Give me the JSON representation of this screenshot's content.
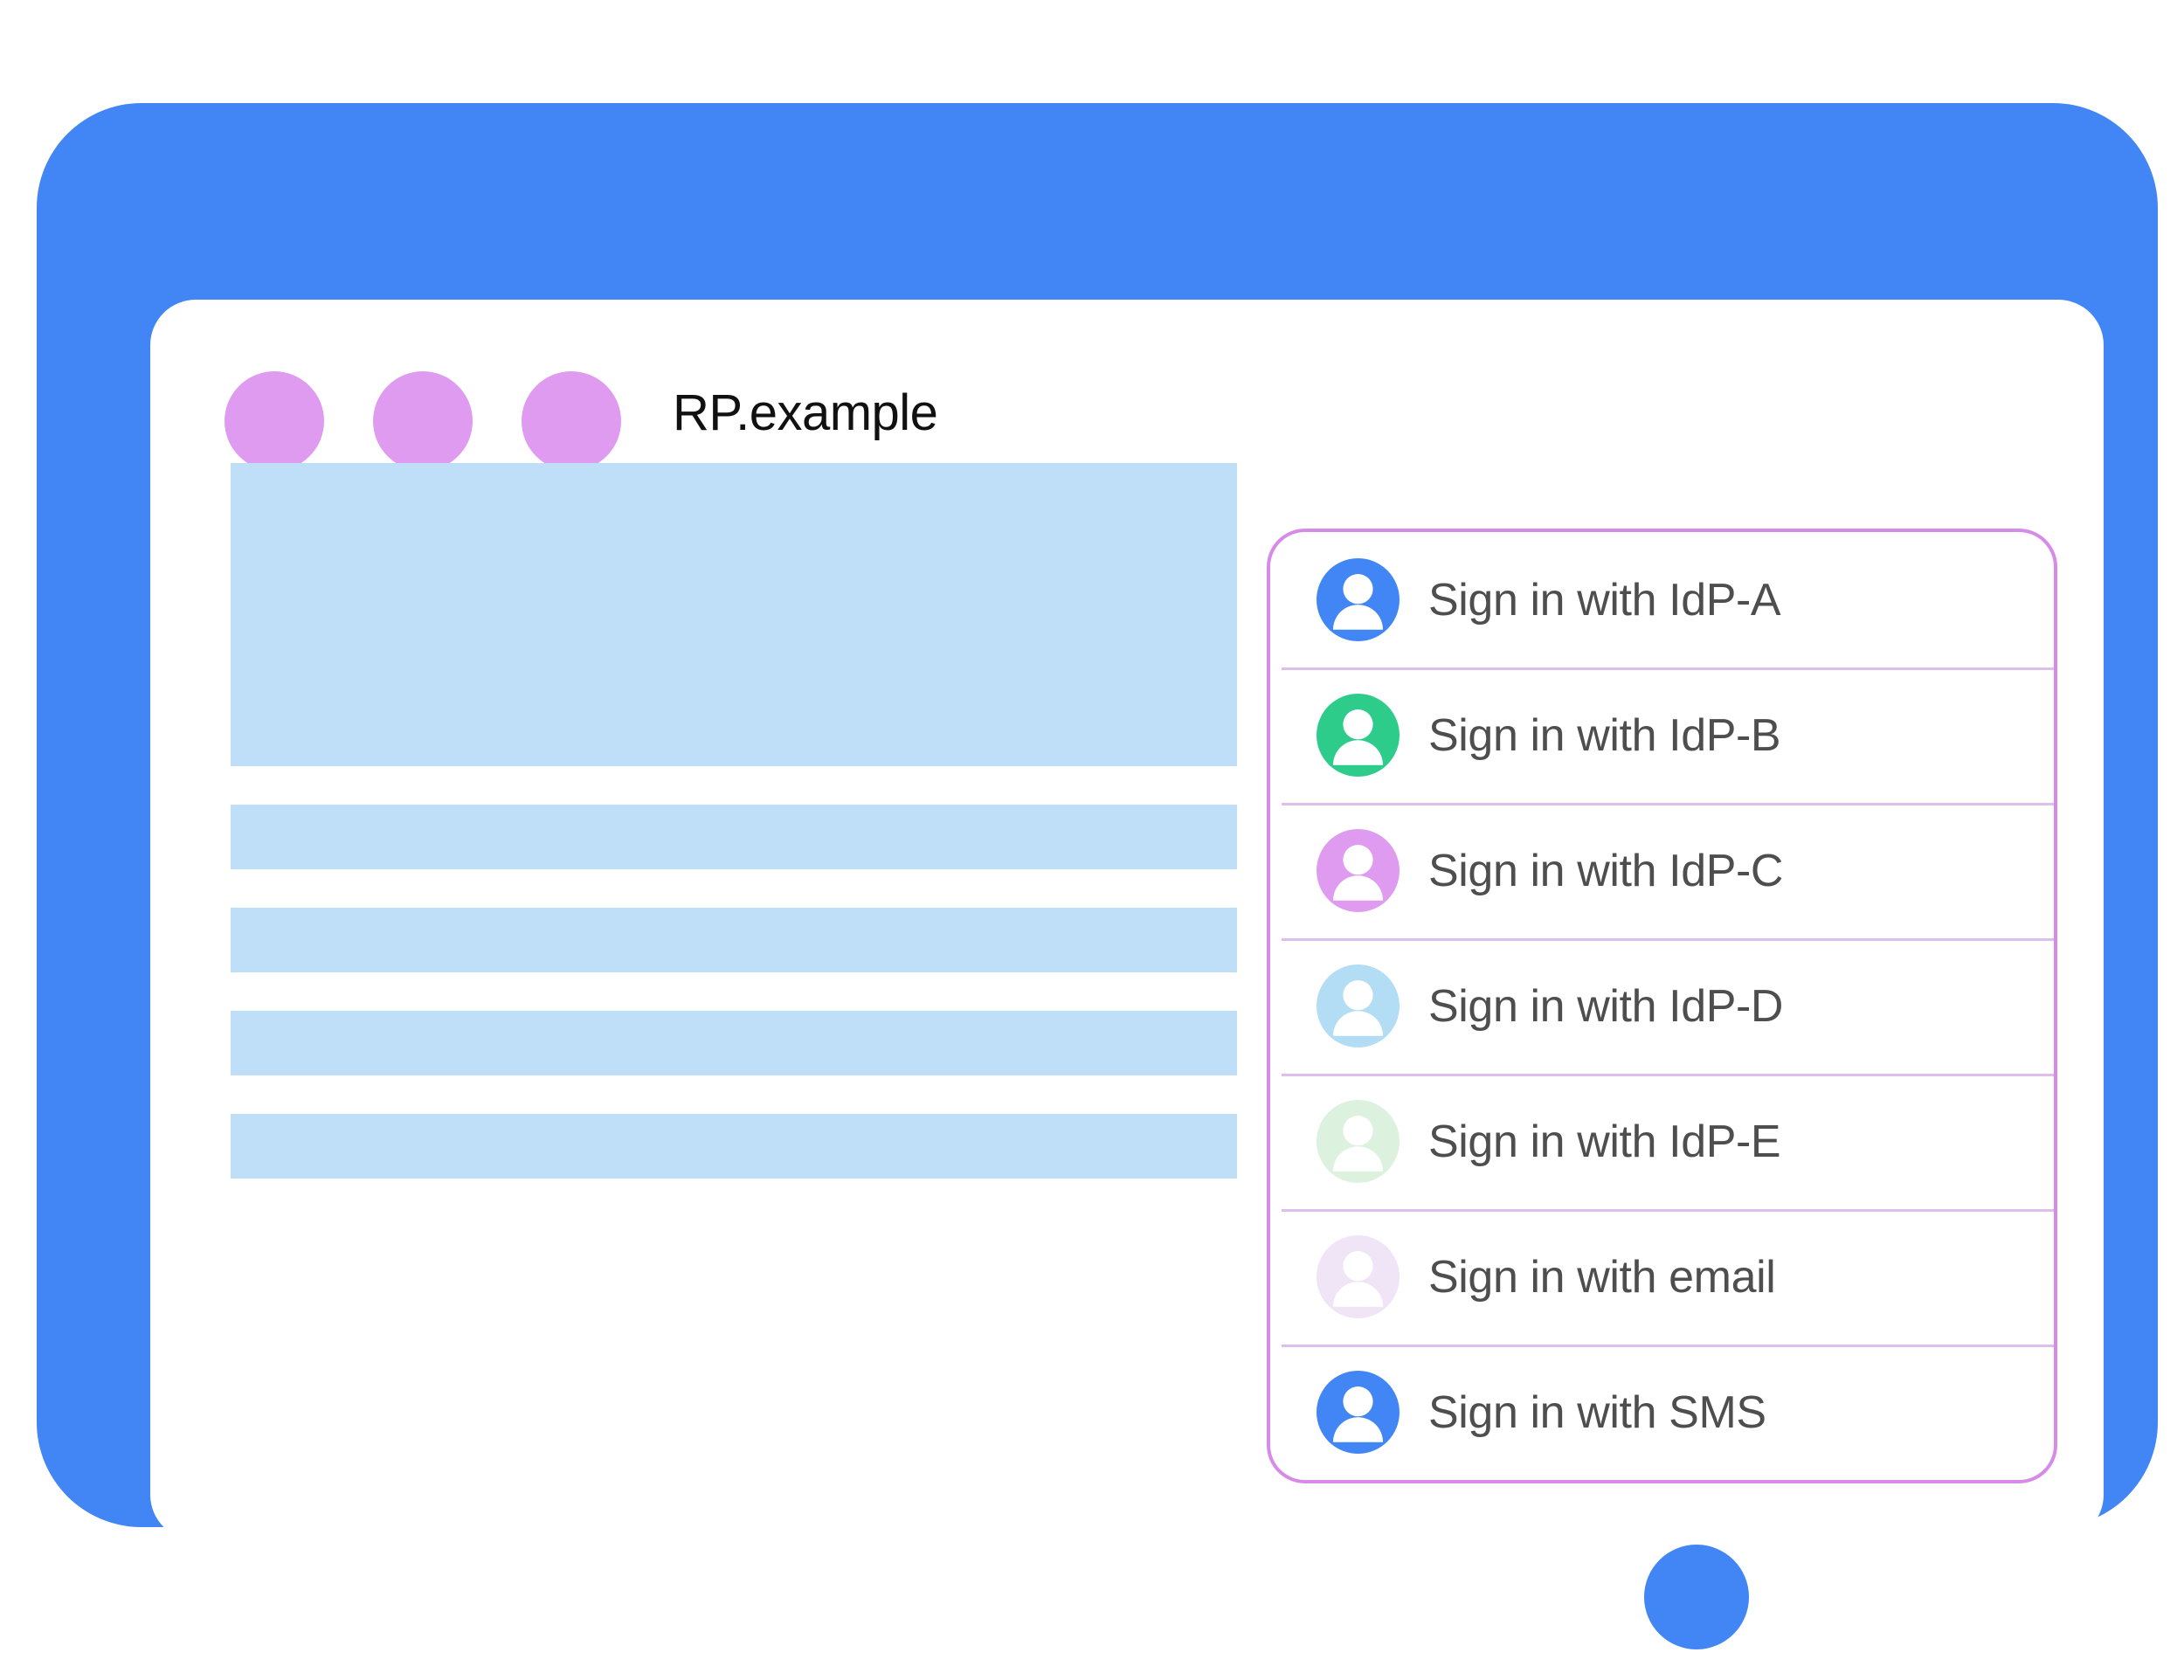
{
  "window": {
    "title": "RP.example",
    "traffic_dots": [
      "dot-1",
      "dot-2",
      "dot-3"
    ],
    "frame_color": "#4285F4",
    "dot_color": "#DE9BF0"
  },
  "content": {
    "placeholder_color": "#BEDFF7",
    "blocks": [
      {
        "name": "hero-placeholder",
        "kind": "hero"
      },
      {
        "name": "text-line-placeholder-1",
        "kind": "bar"
      },
      {
        "name": "text-line-placeholder-2",
        "kind": "bar"
      },
      {
        "name": "text-line-placeholder-3",
        "kind": "bar"
      },
      {
        "name": "text-line-placeholder-4",
        "kind": "bar"
      }
    ]
  },
  "signin_panel": {
    "border_color": "#D78BE8",
    "separator_color": "#DCC0EA",
    "label_color": "#4E4E4E",
    "options": [
      {
        "label": "Sign in with IdP-A",
        "icon": "account-avatar-icon",
        "avatar_color": "#4285F4"
      },
      {
        "label": "Sign in with IdP-B",
        "icon": "account-avatar-icon",
        "avatar_color": "#2ECC8B"
      },
      {
        "label": "Sign in with IdP-C",
        "icon": "account-avatar-icon",
        "avatar_color": "#DE9BF0"
      },
      {
        "label": "Sign in with IdP-D",
        "icon": "account-avatar-icon",
        "avatar_color": "#B3DDF5"
      },
      {
        "label": "Sign in with IdP-E",
        "icon": "account-avatar-icon",
        "avatar_color": "#DCF2DE"
      },
      {
        "label": "Sign in with email",
        "icon": "account-avatar-icon",
        "avatar_color": "#F0E4F7"
      },
      {
        "label": "Sign in with SMS",
        "icon": "account-avatar-icon",
        "avatar_color": "#4285F4"
      }
    ]
  }
}
